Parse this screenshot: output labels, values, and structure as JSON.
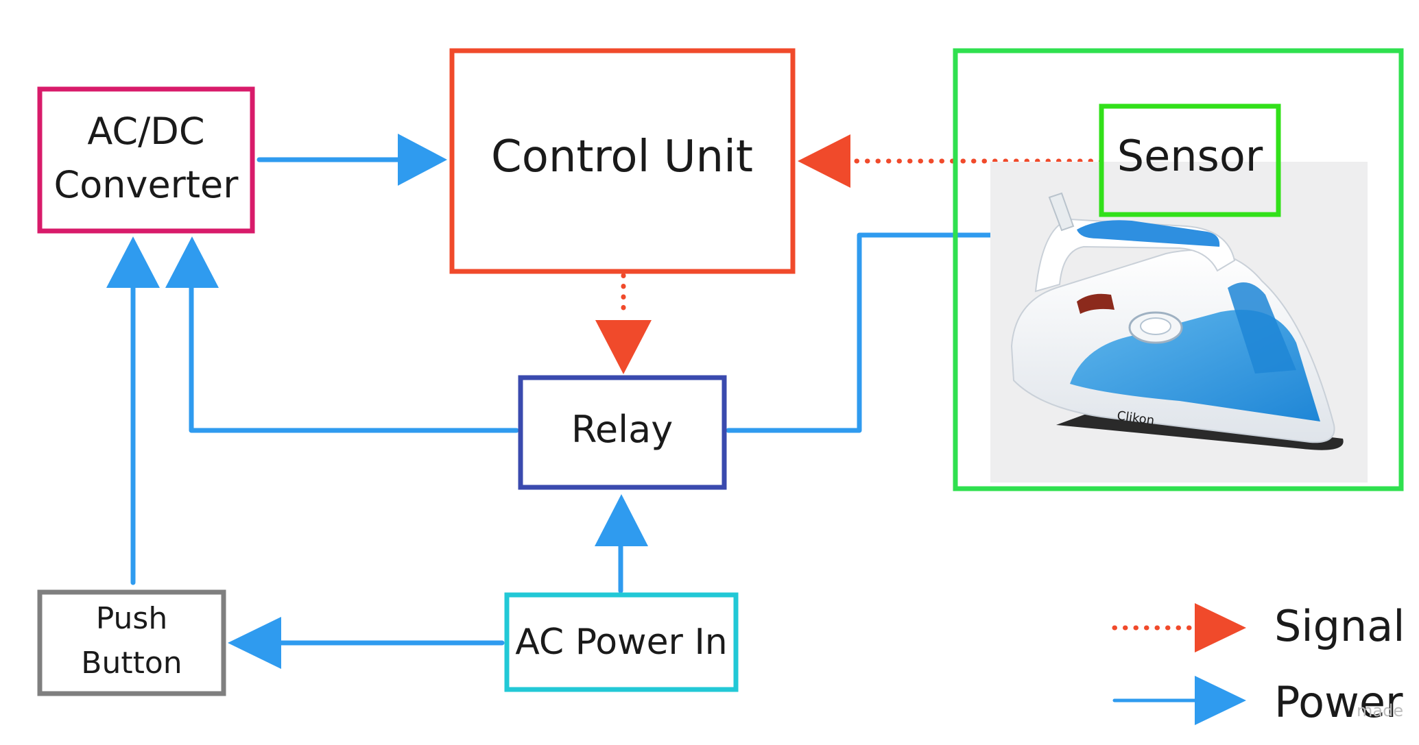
{
  "blocks": {
    "acdc": {
      "line1": "AC/DC",
      "line2": "Converter",
      "color": "#d81b6a"
    },
    "control": {
      "label": "Control Unit",
      "color": "#f04a2b"
    },
    "relay": {
      "label": "Relay",
      "color": "#3a4aae"
    },
    "push": {
      "line1": "Push",
      "line2": "Button",
      "color": "#7f7f7f"
    },
    "acpower": {
      "label": "AC Power In",
      "color": "#22c8d6"
    },
    "sensor": {
      "label": "Sensor",
      "color": "#32e01a"
    },
    "load": {
      "color": "#2fe04f",
      "image": "steam-iron-illustration"
    }
  },
  "legend": {
    "signal": {
      "label": "Signal",
      "color": "#f04a2b",
      "style": "dotted"
    },
    "power": {
      "label": "Power",
      "color": "#2f9bef",
      "style": "solid"
    }
  },
  "colors": {
    "power": "#2f9bef",
    "signal": "#f04a2b"
  },
  "watermark": "made"
}
